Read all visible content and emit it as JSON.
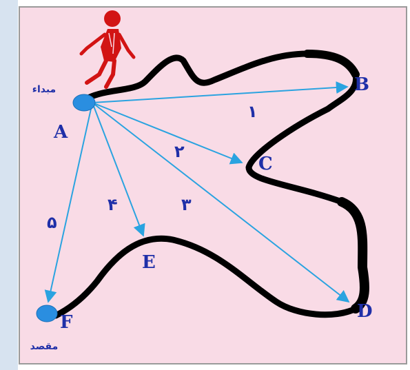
{
  "diagram": {
    "colors": {
      "background": "#f9dbe6",
      "border": "#9a9a9a",
      "path": "#000000",
      "arrow": "#2aa3e0",
      "point_fill": "#2a8ee0",
      "walker": "#d21414",
      "text": "#1f2fa8"
    },
    "points": {
      "A": "A",
      "B": "B",
      "C": "C",
      "D": "D",
      "E": "E",
      "F": "F"
    },
    "start_label": "مبداء",
    "end_label": "مقصد",
    "arrow_numbers": [
      "۱",
      "۲",
      "۳",
      "۴",
      "۵"
    ],
    "walker_icon": "walking-person-icon"
  }
}
